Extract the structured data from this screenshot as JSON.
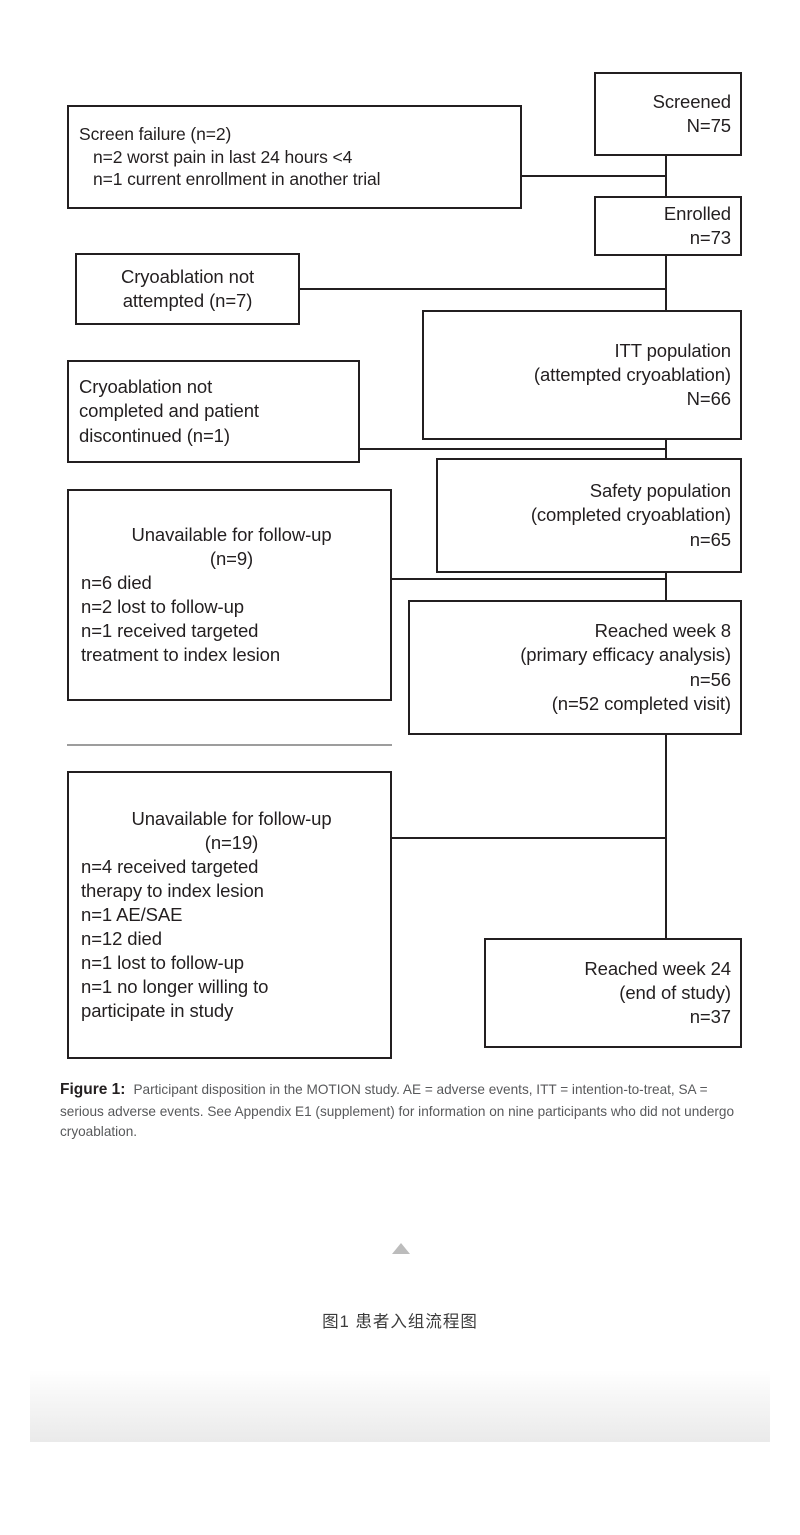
{
  "figure": {
    "label": "Figure 1:",
    "caption": "Participant disposition in the MOTION study. AE = adverse events, ITT = intention-to-treat, SA = serious adverse events. See Appendix E1 (supplement) for information on nine participants who did not undergo cryoablation.",
    "cn_caption": "图1  患者入组流程图"
  },
  "chart_data": {
    "type": "diagram",
    "title": "Participant disposition in the MOTION study",
    "diagram_kind": "CONSORT participant flow diagram",
    "main_flow": [
      {
        "id": "screened",
        "lines": [
          "Screened",
          "N=75"
        ],
        "n": 75
      },
      {
        "id": "enrolled",
        "lines": [
          "Enrolled",
          "n=73"
        ],
        "n": 73
      },
      {
        "id": "itt",
        "lines": [
          "ITT population",
          "(attempted cryoablation)",
          "N=66"
        ],
        "n": 66
      },
      {
        "id": "safety",
        "lines": [
          "Safety population",
          "(completed cryoablation)",
          "n=65"
        ],
        "n": 65
      },
      {
        "id": "week8",
        "lines": [
          "Reached week 8",
          "(primary efficacy analysis)",
          "n=56",
          "(n=52 completed visit)"
        ],
        "n": 56
      },
      {
        "id": "week24",
        "lines": [
          "Reached week 24",
          "(end of study)",
          "n=37"
        ],
        "n": 37
      }
    ],
    "exclusions": [
      {
        "id": "screen-failure",
        "lines": [
          "Screen failure (n=2)",
          "n=2 worst pain in last 24 hours <4",
          "n=1 current enrollment in another trial"
        ],
        "n": 2
      },
      {
        "id": "not-attempted",
        "lines": [
          "Cryoablation not",
          "attempted (n=7)"
        ],
        "n": 7
      },
      {
        "id": "not-completed",
        "lines": [
          "Cryoablation not",
          "completed and patient",
          "discontinued (n=1)"
        ],
        "n": 1
      },
      {
        "id": "unavailable-9",
        "lines": [
          "Unavailable for follow-up",
          "(n=9)",
          "n=6 died",
          "n=2 lost to follow-up",
          "n=1 received targeted",
          "treatment to index lesion"
        ],
        "n": 9
      },
      {
        "id": "unavailable-19",
        "lines": [
          "Unavailable for follow-up",
          "(n=19)",
          "n=4 received targeted",
          "therapy to index lesion",
          "n=1 AE/SAE",
          "n=12 died",
          "n=1 lost to follow-up",
          "n=1 no longer willing to",
          "participate in study"
        ],
        "n": 19
      }
    ]
  },
  "nodes": {
    "screened": {
      "l1": "Screened",
      "l2": "N=75"
    },
    "enrolled": {
      "l1": "Enrolled",
      "l2": "n=73"
    },
    "itt": {
      "l1": "ITT population",
      "l2": "(attempted cryoablation)",
      "l3": "N=66"
    },
    "safety": {
      "l1": "Safety population",
      "l2": "(completed cryoablation)",
      "l3": "n=65"
    },
    "week8": {
      "l1": "Reached week 8",
      "l2": "(primary efficacy analysis)",
      "l3": "n=56",
      "l4": "(n=52 completed visit)"
    },
    "week24": {
      "l1": "Reached week 24",
      "l2": "(end of study)",
      "l3": "n=37"
    },
    "screen_failure": {
      "l1": "Screen failure (n=2)",
      "l2": "n=2 worst pain in last 24 hours <4",
      "l3": "n=1 current enrollment in another trial"
    },
    "not_attempted": {
      "l1": "Cryoablation not",
      "l2": "attempted (n=7)"
    },
    "not_completed": {
      "l1": "Cryoablation not",
      "l2": "completed and patient",
      "l3": "discontinued (n=1)"
    },
    "unavailable9": {
      "l1": "Unavailable for follow-up",
      "l2": "(n=9)",
      "l3": "n=6 died",
      "l4": "n=2 lost to follow-up",
      "l5": "n=1 received targeted",
      "l6": "treatment to index lesion"
    },
    "unavailable19": {
      "l1": "Unavailable for follow-up",
      "l2": "(n=19)",
      "l3": "n=4 received targeted",
      "l4": "therapy to index lesion",
      "l5": "n=1 AE/SAE",
      "l6": "n=12 died",
      "l7": "n=1 lost to follow-up",
      "l8": "n=1 no longer willing to",
      "l9": "participate in study"
    }
  },
  "colors": {
    "stroke": "#231f20",
    "caption_text": "#58595b",
    "chevron": "#bcbcbc",
    "page": "#ffffff"
  }
}
